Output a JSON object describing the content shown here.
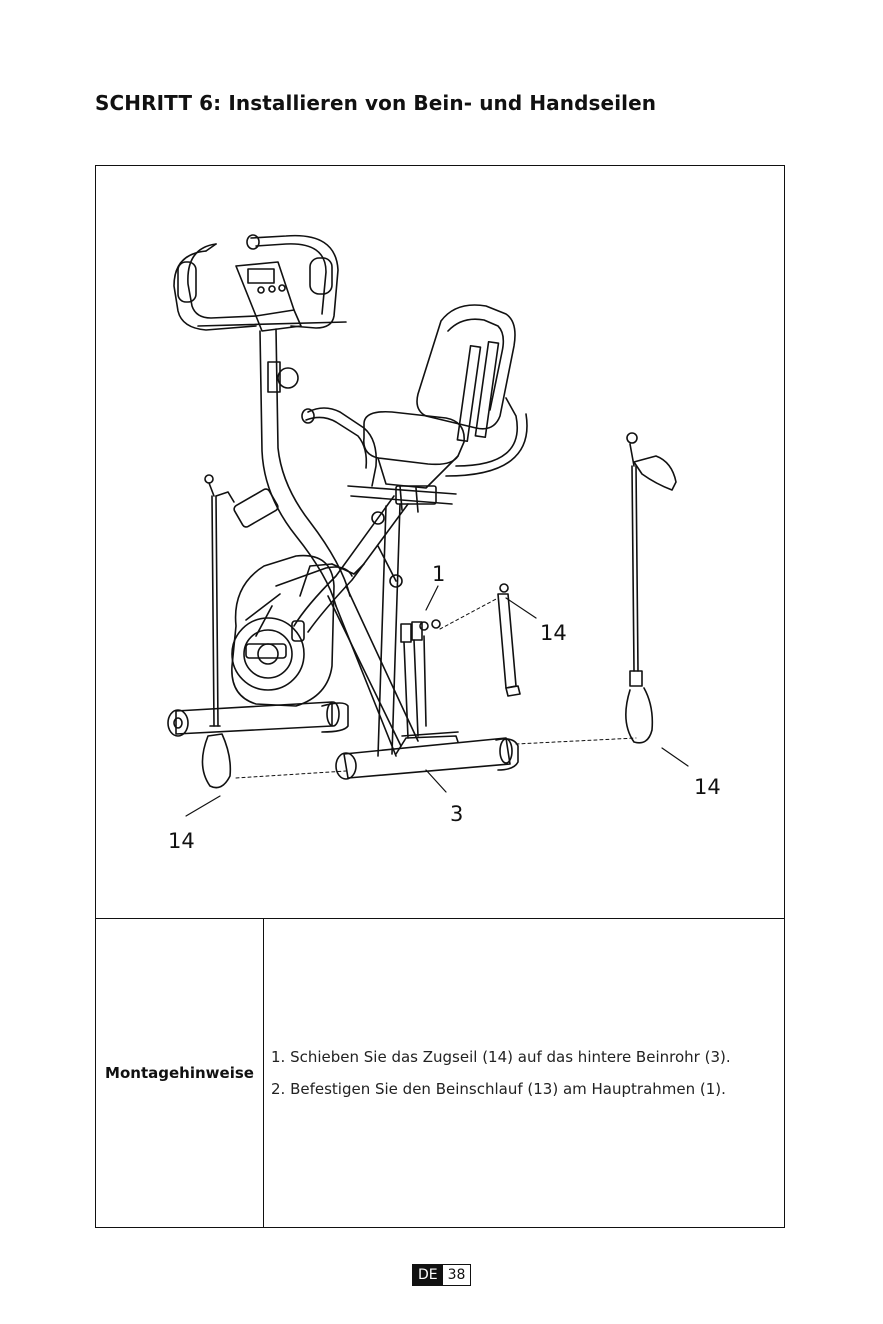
{
  "page": {
    "title": "SCHRITT 6: Installieren von Bein- und Handseilen"
  },
  "figure": {
    "callouts": {
      "part_1": "1",
      "part_14_center": "14",
      "part_14_right": "14",
      "part_14_left": "14",
      "part_3": "3"
    }
  },
  "notes": {
    "label": "Montagehinweise",
    "lines": [
      "1. Schieben Sie das Zugseil (14) auf das hintere Beinrohr (3).",
      "2. Befestigen Sie den Beinschlauf (13) am Hauptrahmen (1)."
    ]
  },
  "footer": {
    "lang": "DE",
    "page_number": "38"
  }
}
